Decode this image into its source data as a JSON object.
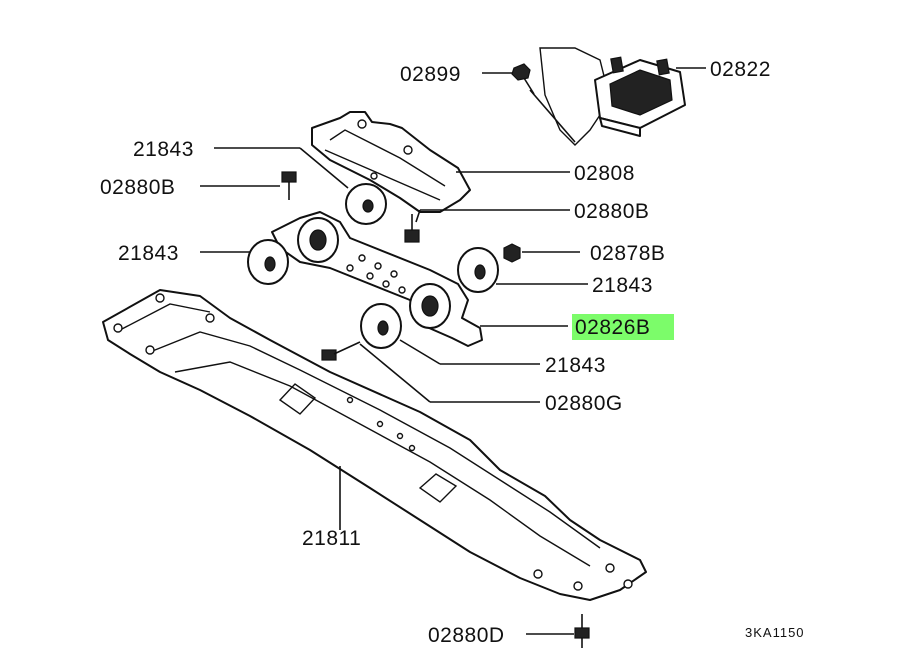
{
  "diagram": {
    "labels": {
      "p02899": "02899",
      "p02822": "02822",
      "p21843_a": "21843",
      "p02808": "02808",
      "p02880B_a": "02880B",
      "p02880B_b": "02880B",
      "p21843_b": "21843",
      "p02878B": "02878B",
      "p21843_c": "21843",
      "p02826B": "02826B",
      "p21843_d": "21843",
      "p02880G": "02880G",
      "p21811": "21811",
      "p02880D": "02880D"
    },
    "highlighted_part": "02826B",
    "highlight_color": "#7CFC6A",
    "drawing_code": "3KA1150"
  }
}
